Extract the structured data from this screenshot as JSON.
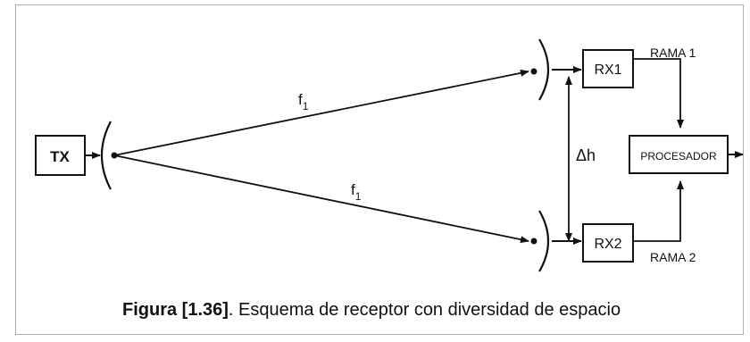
{
  "diagram": {
    "tx_label": "TX",
    "rx1_label": "RX1",
    "rx2_label": "RX2",
    "processor_label": "PROCESADOR",
    "branch1_label": "RAMA 1",
    "branch2_label": "RAMA 2",
    "delta_h_label": "Δh",
    "freq_upper": {
      "base": "f",
      "sub": "1"
    },
    "freq_lower": {
      "base": "f",
      "sub": "1"
    }
  },
  "caption": {
    "figure_ref": "Figura [1.36]",
    "text": ". Esquema de receptor con diversidad de espacio"
  }
}
